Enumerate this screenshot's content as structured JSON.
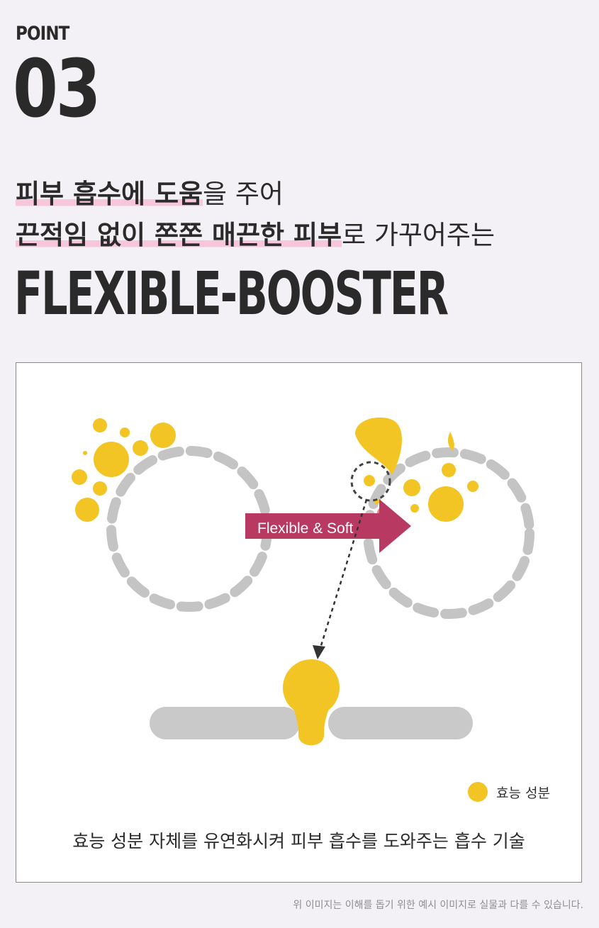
{
  "header": {
    "point_label": "POINT",
    "point_number": "03"
  },
  "headline": {
    "line1_highlight": "피부 흡수에 도움",
    "line1_rest": "을 주어",
    "line2_highlight": "끈적임 없이 쫀쫀 매끈한 피부",
    "line2_rest": "로 가꾸어주는"
  },
  "title": "FLEXIBLE-BOOSTER",
  "diagram": {
    "arrow_label": "Flexible & Soft",
    "legend_label": "효능 성분",
    "caption": "효능 성분 자체를 유연화시켜 피부 흡수를 도와주는 흡수 기술",
    "colors": {
      "ingredient": "#f2c424",
      "arrow": "#b83a63",
      "dashed_circle": "#c4c4c4",
      "skin_bar": "#c9c9c9"
    }
  },
  "footer": {
    "disclaimer": "위 이미지는 이해를 돕기 위한 예시 이미지로 실물과 다를 수 있습니다."
  }
}
